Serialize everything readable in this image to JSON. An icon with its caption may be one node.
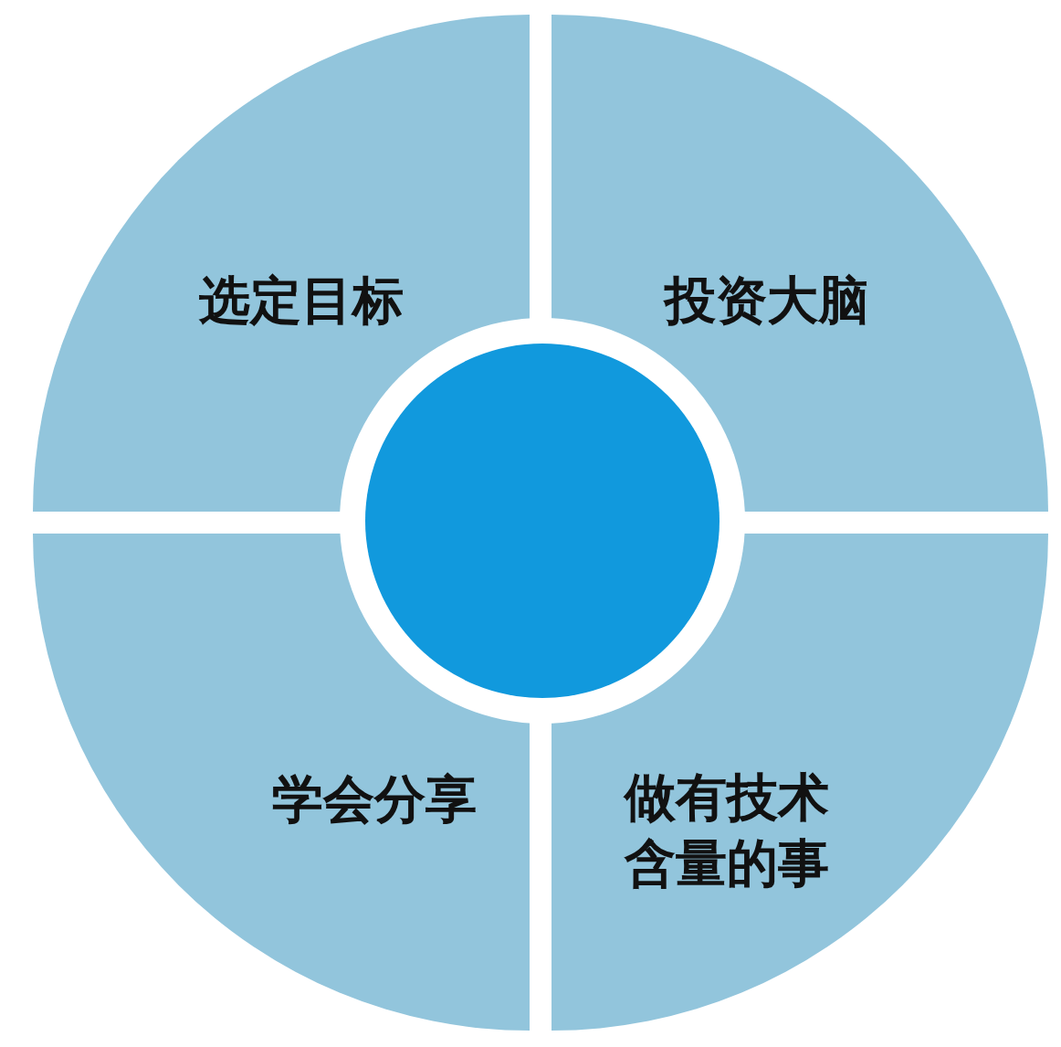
{
  "diagram": {
    "nodes": [
      {
        "text": [
          "选定目标"
        ]
      },
      {
        "text": [
          "投资大脑"
        ]
      },
      {
        "text": [
          "学会分享"
        ]
      },
      {
        "text": [
          "做有技术含量的事"
        ]
      },
      {
        "text": [],
        "shape": "circle"
      }
    ]
  }
}
